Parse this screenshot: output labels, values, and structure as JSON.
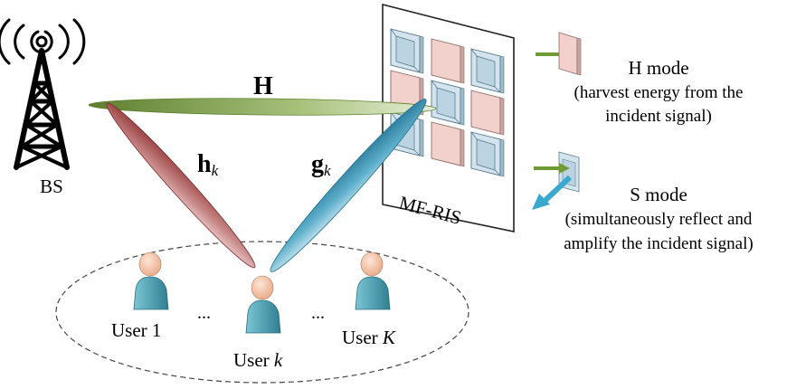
{
  "labels": {
    "bs": "BS",
    "channel_H": "H",
    "channel_h": "h",
    "channel_g": "g",
    "subscript_k": "k",
    "surface": "MF-RIS",
    "h_mode_title": "H mode",
    "h_mode_desc_1": "(harvest energy from the",
    "h_mode_desc_2": "incident signal)",
    "s_mode_title": "S mode",
    "s_mode_desc_1": "(simultaneously reflect and",
    "s_mode_desc_2": "amplify the incident signal)",
    "user_1": "User 1",
    "user_k_prefix": "User ",
    "user_k_var": "k",
    "user_K_prefix": "User ",
    "user_K_var": "K",
    "ellipsis_1": "...",
    "ellipsis_2": "..."
  },
  "colors": {
    "h_beam": "#7a9a45",
    "h_user_beam": "#a84a4a",
    "g_user_beam": "#3a8aa8",
    "harvest_element": "#f2d0cc",
    "reflect_element": "#d3e4ee",
    "arrow_in": "#6f9a35",
    "arrow_out": "#3ba9cf",
    "user_body": "#4aa3b5",
    "user_head": "#f4c4a2"
  },
  "grid": [
    [
      "S",
      "H",
      "S"
    ],
    [
      "H",
      "S",
      "H"
    ],
    [
      "S",
      "H",
      "S"
    ]
  ]
}
